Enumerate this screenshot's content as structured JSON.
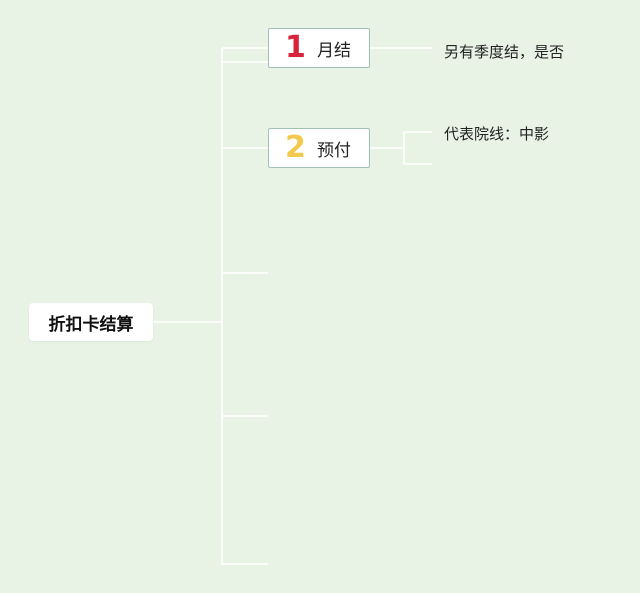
{
  "root": {
    "label": "折扣卡结算"
  },
  "branches": [
    {
      "number": "1",
      "label": "月结",
      "number_color": "#d8243a",
      "note": "另有季度结，是否"
    },
    {
      "number": "2",
      "label": "预付",
      "number_color": "#f2c94c",
      "note": "代表院线：中影"
    }
  ],
  "colors": {
    "background": "#e8f3e5",
    "connector": "#ffffff",
    "branch_border": "#9fc3b4"
  }
}
